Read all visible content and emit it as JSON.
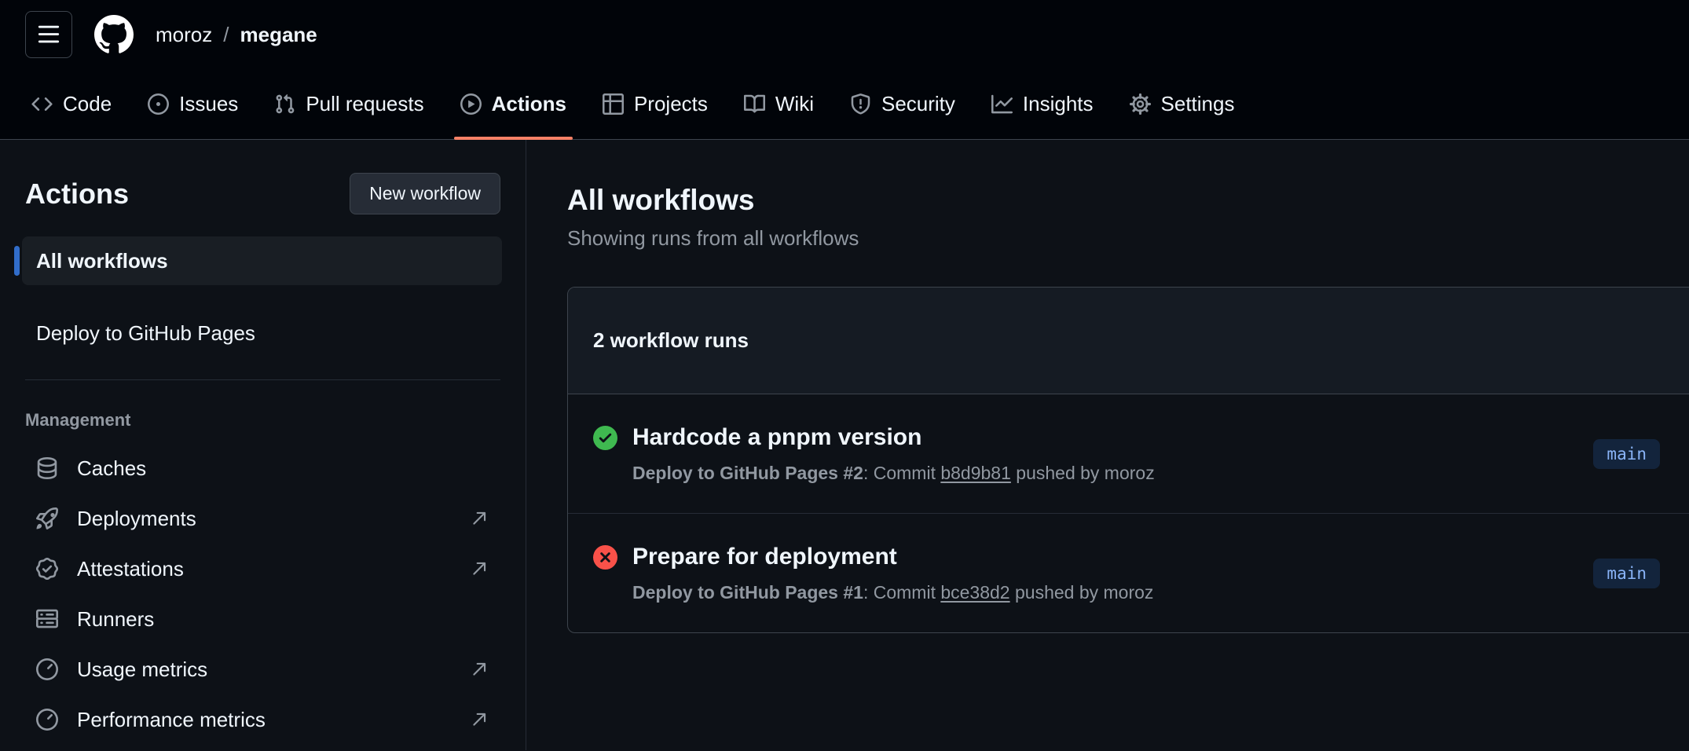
{
  "header": {
    "breadcrumb": {
      "owner": "moroz",
      "separator": "/",
      "repo": "megane"
    }
  },
  "nav": {
    "tabs": [
      {
        "label": "Code",
        "icon": "code-icon",
        "selected": false
      },
      {
        "label": "Issues",
        "icon": "issue-opened-icon",
        "selected": false
      },
      {
        "label": "Pull requests",
        "icon": "git-pull-request-icon",
        "selected": false
      },
      {
        "label": "Actions",
        "icon": "play-icon",
        "selected": true
      },
      {
        "label": "Projects",
        "icon": "table-icon",
        "selected": false
      },
      {
        "label": "Wiki",
        "icon": "book-icon",
        "selected": false
      },
      {
        "label": "Security",
        "icon": "shield-icon",
        "selected": false
      },
      {
        "label": "Insights",
        "icon": "graph-icon",
        "selected": false
      },
      {
        "label": "Settings",
        "icon": "gear-icon",
        "selected": false
      }
    ]
  },
  "sidebar": {
    "title": "Actions",
    "new_workflow_button": "New workflow",
    "workflows": [
      {
        "label": "All workflows",
        "selected": true
      },
      {
        "label": "Deploy to GitHub Pages",
        "selected": false
      }
    ],
    "management": {
      "title": "Management",
      "items": [
        {
          "label": "Caches",
          "icon": "cache-icon",
          "external": false
        },
        {
          "label": "Deployments",
          "icon": "rocket-icon",
          "external": true
        },
        {
          "label": "Attestations",
          "icon": "verified-icon",
          "external": true
        },
        {
          "label": "Runners",
          "icon": "server-icon",
          "external": false
        },
        {
          "label": "Usage metrics",
          "icon": "meter-icon",
          "external": true
        },
        {
          "label": "Performance metrics",
          "icon": "meter-icon",
          "external": true
        }
      ]
    }
  },
  "main": {
    "title": "All workflows",
    "subtitle": "Showing runs from all workflows",
    "runs_count_label": "2 workflow runs",
    "runs": [
      {
        "status": "success",
        "title": "Hardcode a pnpm version",
        "workflow_ref": "Deploy to GitHub Pages #2",
        "commit_label": ": Commit ",
        "commit": "b8d9b81",
        "pushed_by": " pushed by moroz",
        "branch": "main"
      },
      {
        "status": "failure",
        "title": "Prepare for deployment",
        "workflow_ref": "Deploy to GitHub Pages #1",
        "commit_label": ": Commit ",
        "commit": "bce38d2",
        "pushed_by": " pushed by moroz",
        "branch": "main"
      }
    ]
  },
  "colors": {
    "selected_tab_underline": "#f78166",
    "success": "#3fb950",
    "failure": "#f85149",
    "branch_label_text": "#8ab4f8",
    "selected_item_bar": "#316dca",
    "header_background": "#010409",
    "page_background": "#0d1117"
  }
}
